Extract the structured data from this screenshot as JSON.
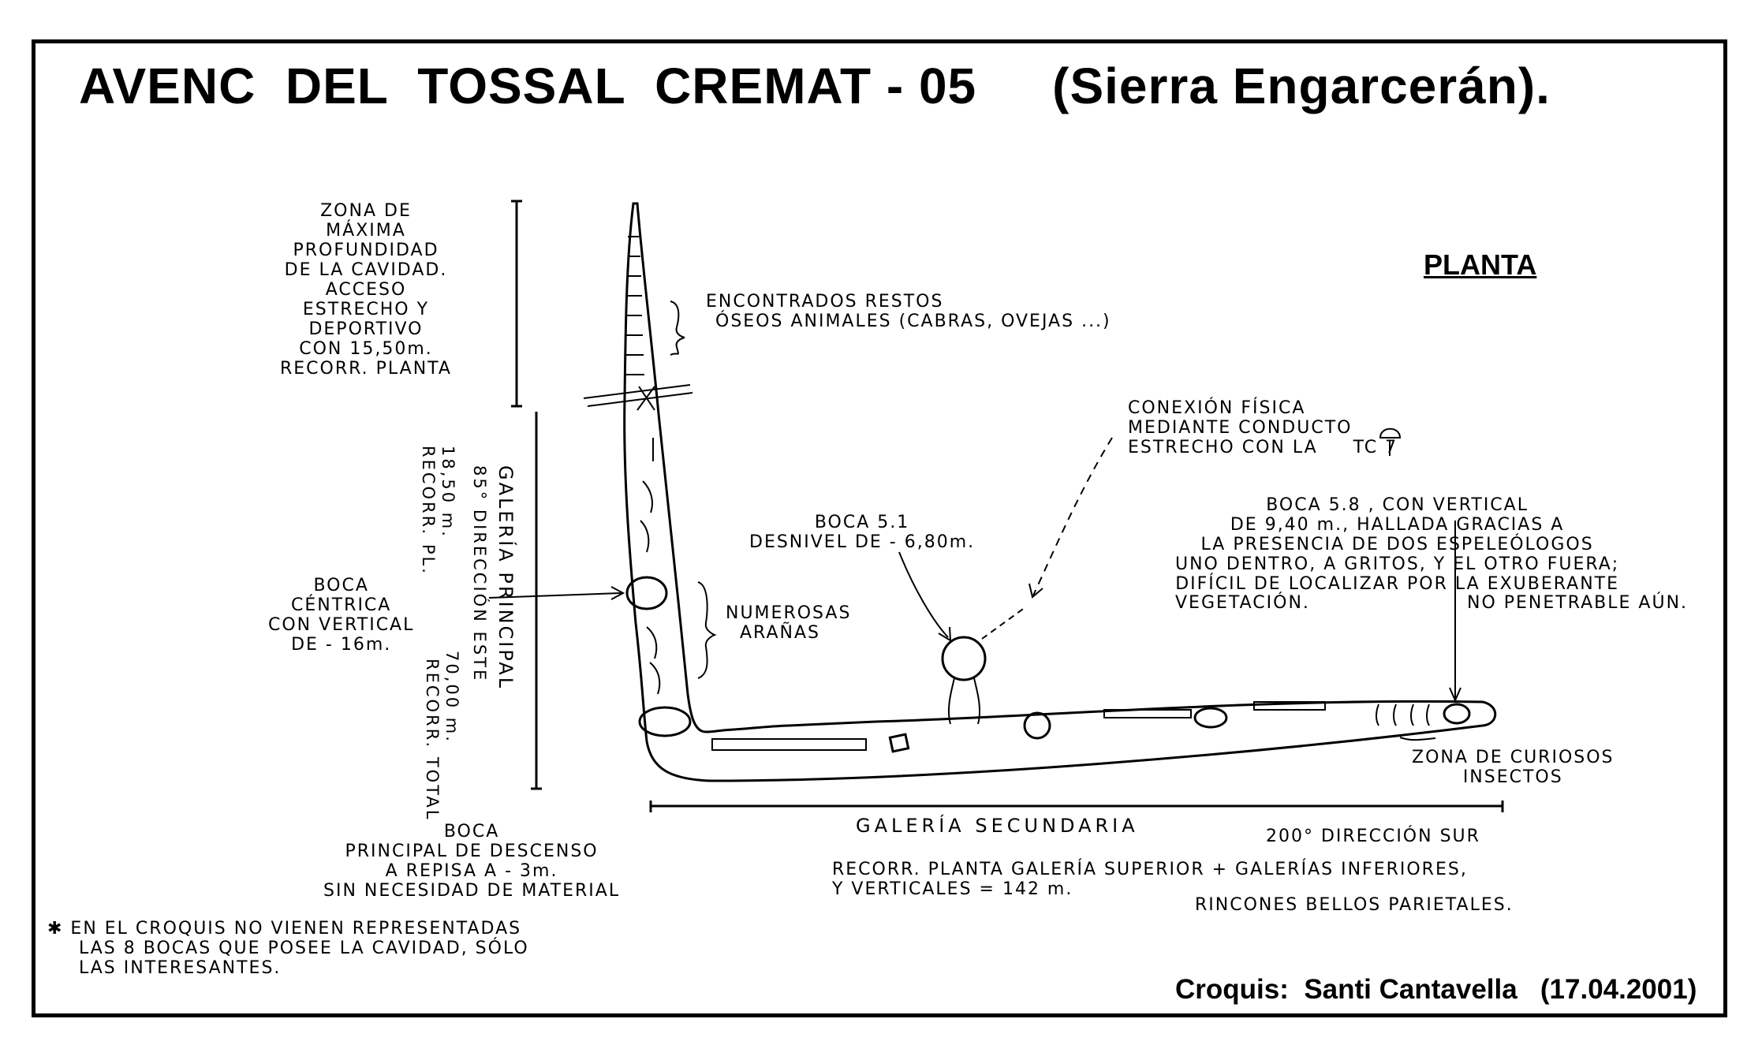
{
  "title": {
    "main": "AVENC  DEL  TOSSAL  CREMAT - 05",
    "region": "(Sierra Engarcerán)."
  },
  "view_label": "PLANTA",
  "credit": "Croquis:  Santi Cantavella   (17.04.2001)",
  "notes": {
    "deep_zone": [
      "ZONA DE",
      "MÁXIMA",
      "PROFUNDIDAD",
      "DE LA CAVIDAD.",
      "ACCESO",
      "ESTRECHO Y",
      "DEPORTIVO",
      "CON 15,50m.",
      "RECORR. PLANTA"
    ],
    "bones": [
      "ENCONTRADOS RESTOS",
      "ÓSEOS ANIMALES (CABRAS, OVEJAS ...)"
    ],
    "connection": [
      "CONEXIÓN FÍSICA",
      "MEDIANTE CONDUCTO",
      "ESTRECHO CON LA"
    ],
    "connection_ref": "TC 7",
    "boca_51": [
      "BOCA 5.1",
      "DESNIVEL DE - 6,80m."
    ],
    "boca_58": [
      "BOCA 5.8 , CON VERTICAL",
      "DE 9,40 m., HALLADA GRACIAS A",
      "LA PRESENCIA DE DOS ESPELEÓLOGOS",
      "UNO DENTRO, A GRITOS, Y EL OTRO FUERA;",
      "DIFÍCIL DE LOCALIZAR POR LA EXUBERANTE"
    ],
    "vegetation": [
      "VEGETACIÓN.",
      "NO PENETRABLE AÚN."
    ],
    "boca_centrica": [
      "BOCA",
      "CÉNTRICA",
      "CON VERTICAL",
      "DE - 16m."
    ],
    "spiders": [
      "NUMEROSAS",
      "ARAÑAS"
    ],
    "insects": [
      "ZONA DE CURIOSOS",
      "INSECTOS"
    ],
    "boca_principal": [
      "BOCA",
      "PRINCIPAL DE DESCENSO",
      "A REPISA A - 3m.",
      "SIN NECESIDAD DE MATERIAL"
    ],
    "footnote": [
      "✱ EN EL CROQUIS NO VIENEN REPRESENTADAS",
      "LAS 8 BOCAS QUE POSEE LA CAVIDAD, SÓLO",
      "LAS INTERESANTES."
    ],
    "survey": [
      "RECORR. PLANTA GALERÍA SUPERIOR + GALERÍAS INFERIORES,",
      "Y VERTICALES  =  142 m."
    ],
    "parietales": "RINCONES BELLOS PARIETALES.",
    "galeria_secundaria": "GALERÍA   SECUNDARIA",
    "direccion_sur": "200° DIRECCIÓN SUR",
    "galeria_principal": "GALERÍA PRINCIPAL",
    "direccion_este": "85° DIRECCIÓN ESTE",
    "recorr_pl": [
      "18,50 m.",
      "RECORR. PL."
    ],
    "recorr_total": [
      "70,00 m.",
      "RECORR. TOTAL"
    ]
  }
}
